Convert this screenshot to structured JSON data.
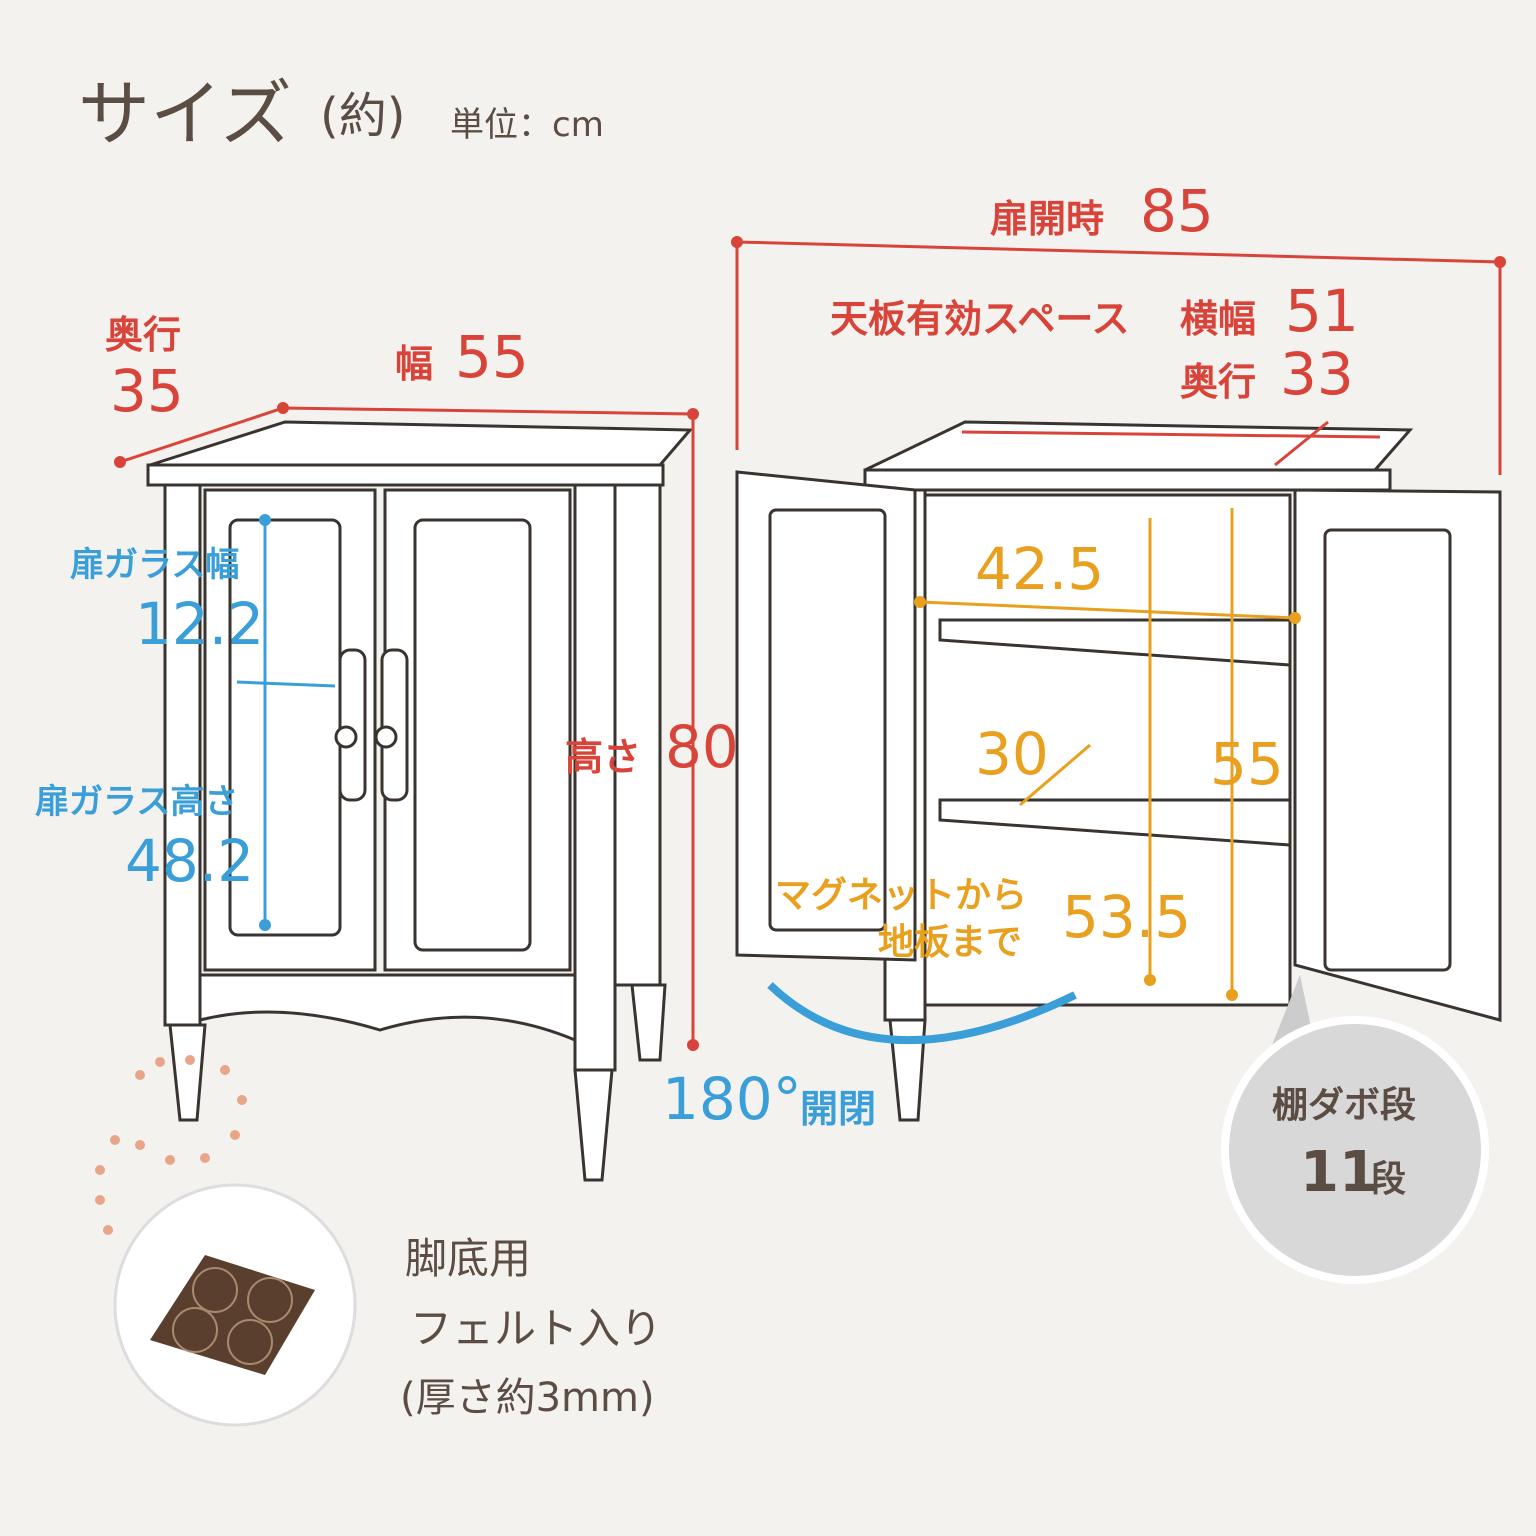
{
  "header": {
    "title": "サイズ",
    "approx": "(約)",
    "unit": "単位：cm"
  },
  "left_cabinet": {
    "depth_label": "奥行",
    "depth_value": "35",
    "width_label": "幅",
    "width_value": "55",
    "height_label": "高さ",
    "height_value": "80",
    "glass_width_label": "扉ガラス幅",
    "glass_width_value": "12.2",
    "glass_height_label": "扉ガラス高さ",
    "glass_height_value": "48.2"
  },
  "right_cabinet": {
    "open_label": "扉開時",
    "open_value": "85",
    "top_space_label": "天板有効スペース",
    "top_width_label": "横幅",
    "top_width_value": "51",
    "top_depth_label": "奥行",
    "top_depth_value": "33",
    "inner_width_value": "42.5",
    "inner_depth_value": "30",
    "inner_height_value": "55",
    "magnet_label_1": "マグネットから",
    "magnet_label_2": "地板まで",
    "magnet_value": "53.5",
    "hinge_value": "180°",
    "hinge_label": "開閉",
    "shelf_label": "棚ダボ段",
    "shelf_value": "11",
    "shelf_unit": "段"
  },
  "felt": {
    "line1": "脚底用",
    "line2": "フェルト入り",
    "line3": "(厚さ約3mm)"
  },
  "colors": {
    "red": "#d9443a",
    "blue": "#3a9fd9",
    "orange": "#e8a01e",
    "text": "#5b4d44",
    "felt": "#5a3e2e"
  }
}
